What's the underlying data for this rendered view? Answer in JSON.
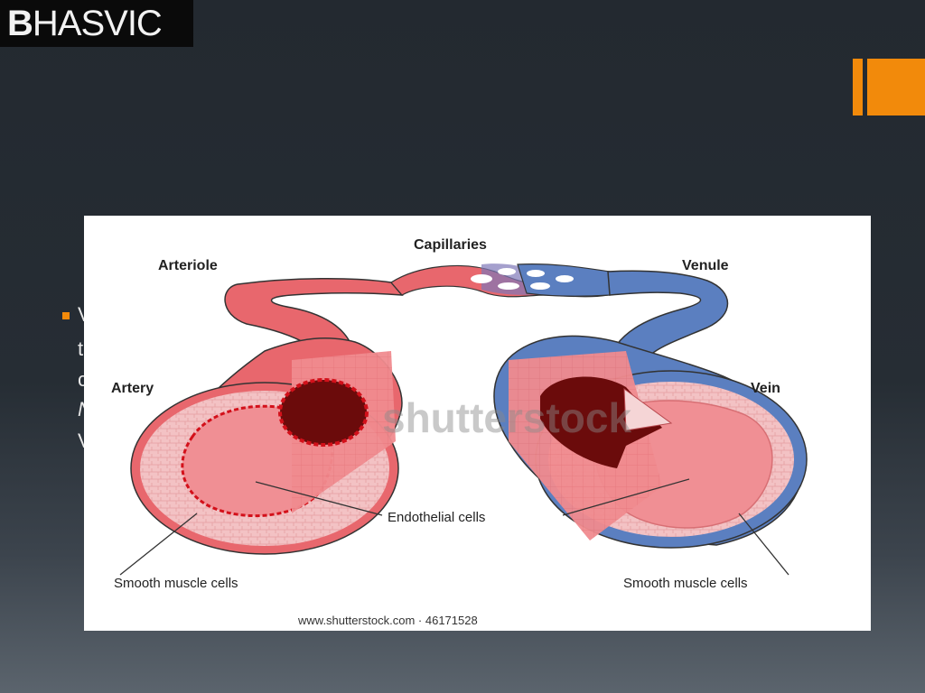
{
  "logo": {
    "bold": "B",
    "rest": "HASVIC"
  },
  "colors": {
    "accent": "#f28a0b",
    "artery": "#e8676d",
    "vein": "#5b7fc0",
    "lumen": "#6b0b0b"
  },
  "body_text": {
    "line1": "V",
    "line2": "t",
    "line3": "c",
    "line4": "N",
    "line5": "V"
  },
  "diagram": {
    "capillaries": "Capillaries",
    "arteriole": "Arteriole",
    "venule": "Venule",
    "artery": "Artery",
    "vein": "Vein",
    "endothelial": "Endothelial cells",
    "smooth_left": "Smooth muscle cells",
    "smooth_right": "Smooth muscle cells",
    "watermark": "shutterstock",
    "source": "www.shutterstock.com  ·  46171528"
  }
}
